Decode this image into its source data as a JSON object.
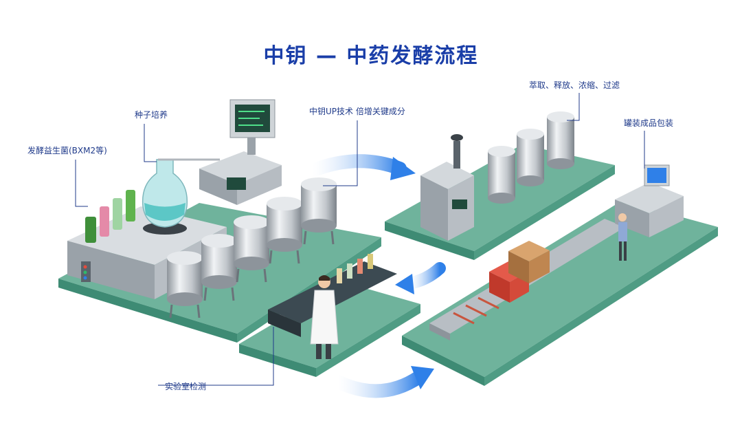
{
  "title": "中钥 — 中药发酵流程",
  "labels": {
    "probiotics": "发酵益生菌(BXM2等)",
    "seed_culture": "种子培养",
    "up_tech": "中钥UP技术 倍增关键成分",
    "extraction": "萃取、释放、浓缩、过滤",
    "packaging": "罐装成品包装",
    "lab_test": "实验室检测"
  },
  "colors": {
    "platform_top": "#6fb39c",
    "platform_side": "#3e8b74",
    "accent_blue": "#2f80e8",
    "label_text": "#1f3a8a",
    "title_text": "#1a3ea8"
  }
}
